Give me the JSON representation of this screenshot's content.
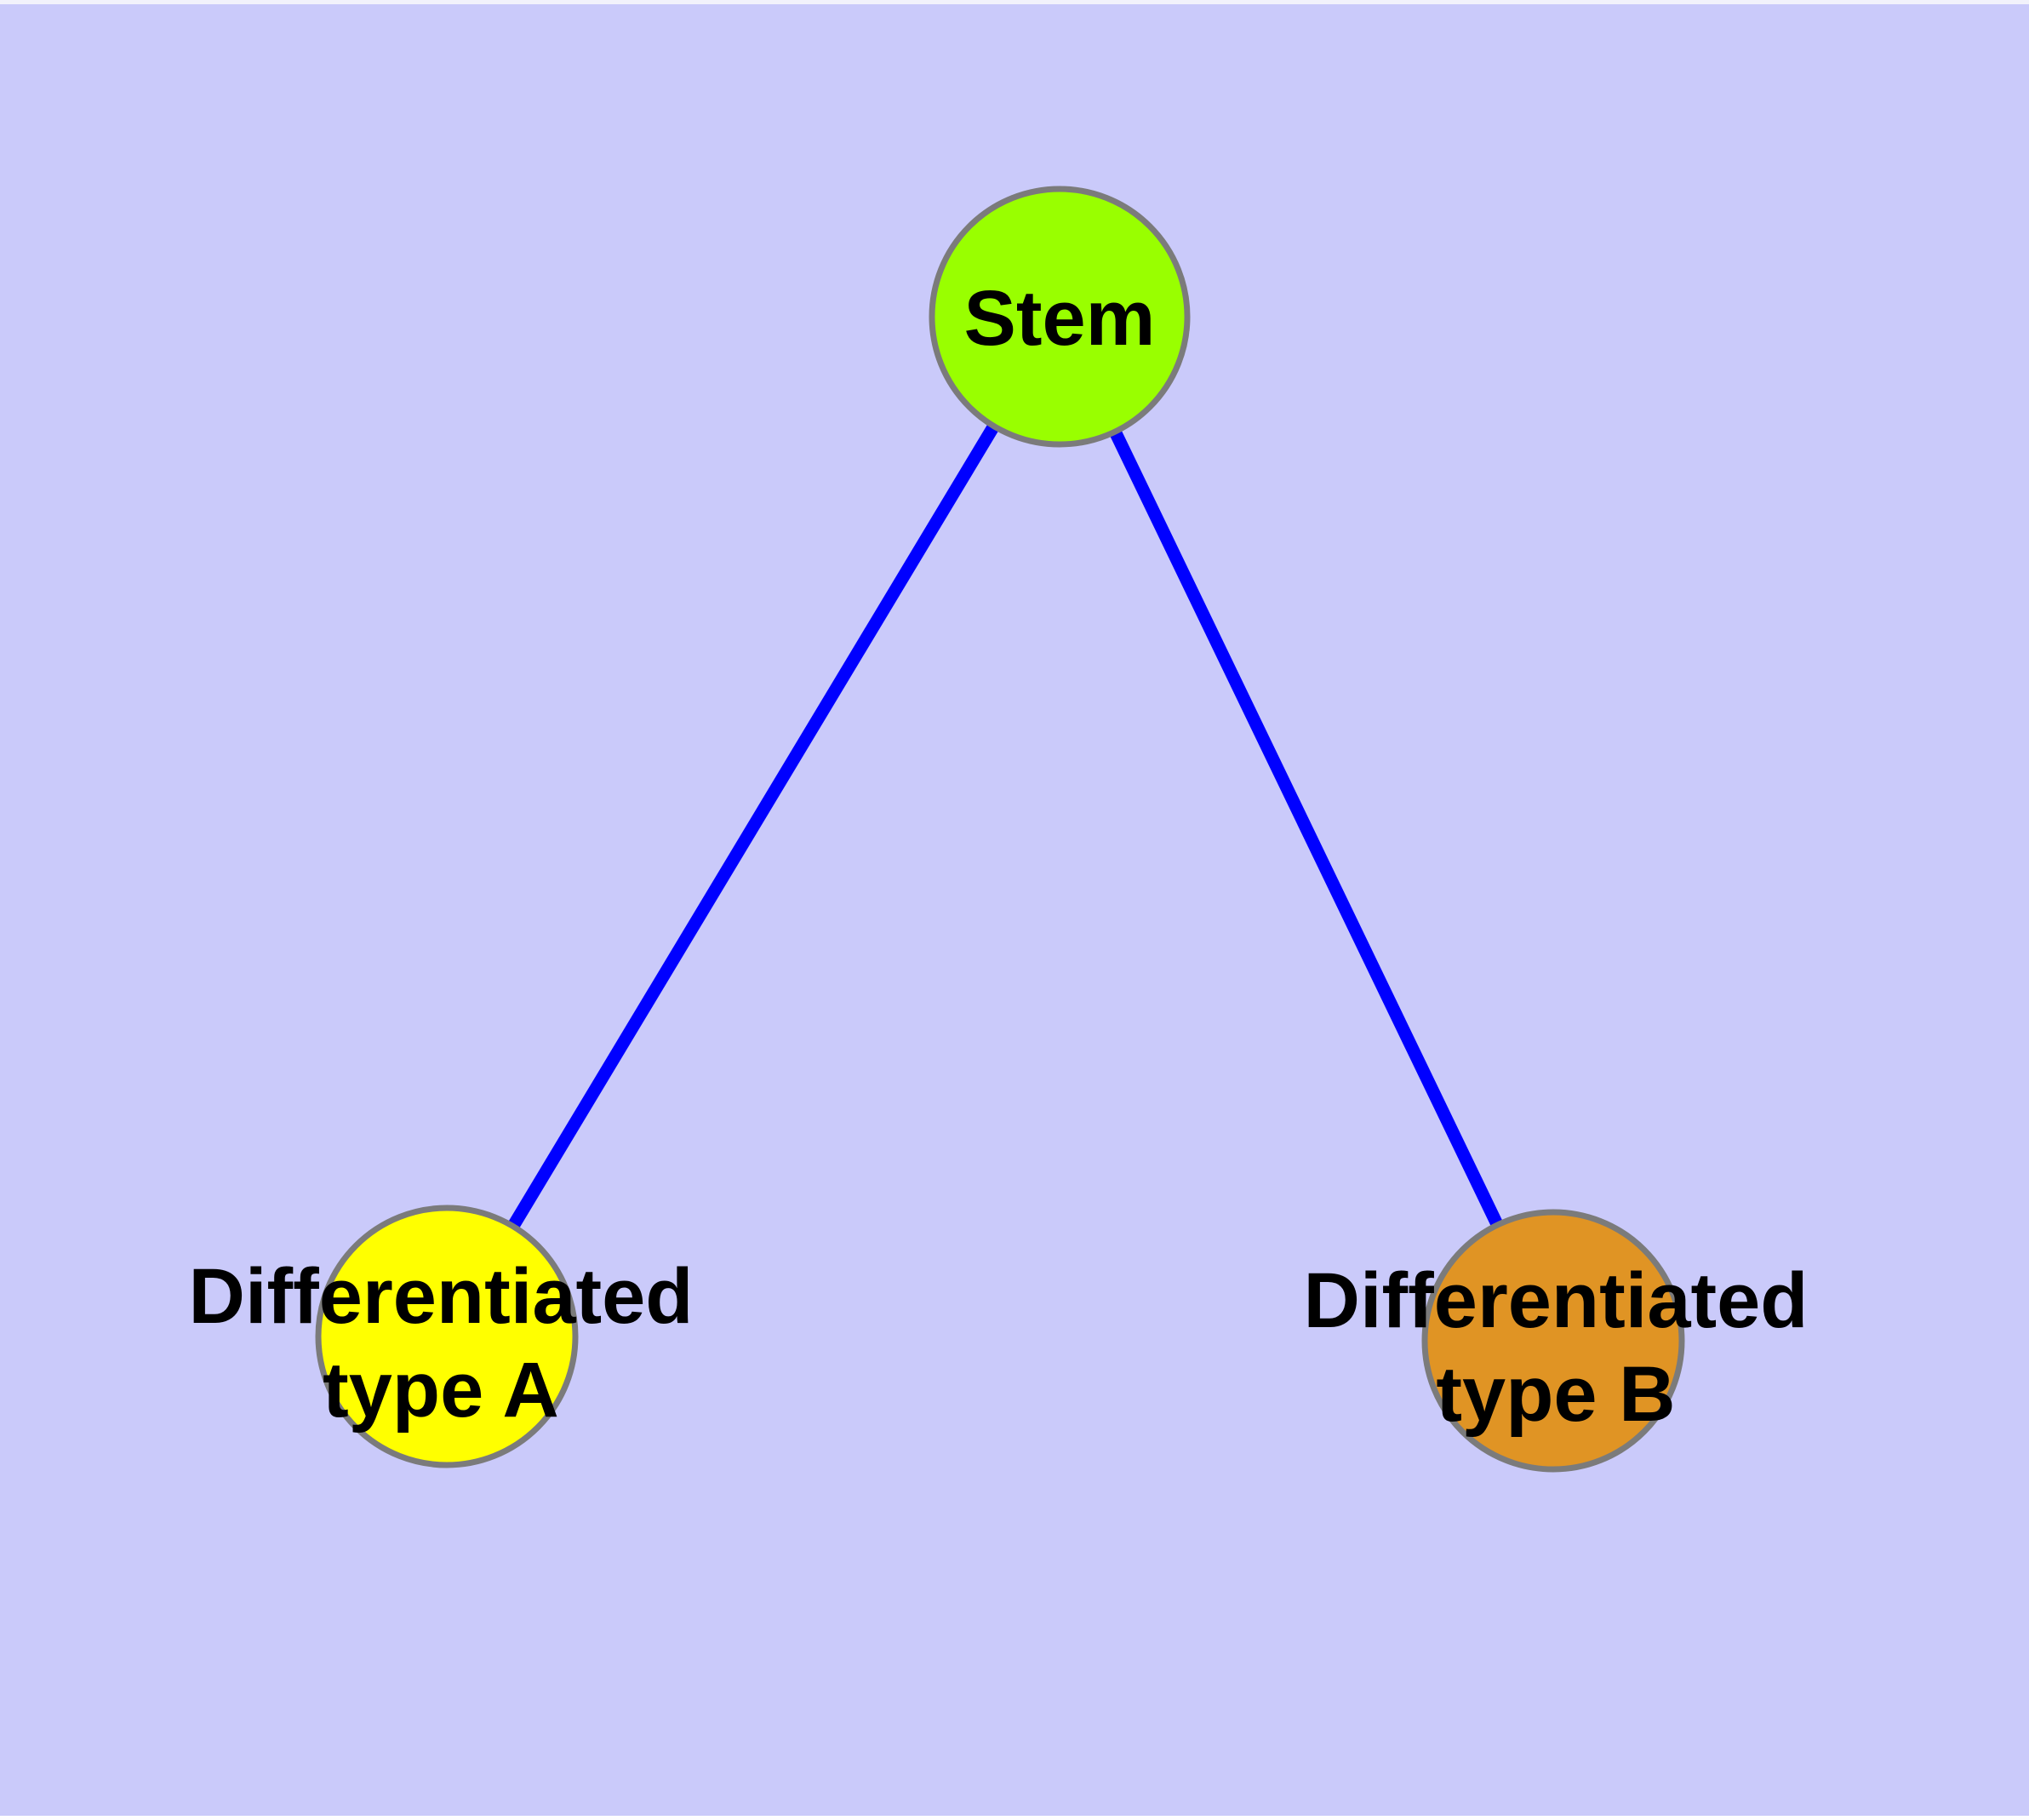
{
  "diagram": {
    "background_color": "#CACAFA",
    "top_edge_line_color": "#F2F2FB",
    "bottom_edge_line_color": "#FDFDFF",
    "edge_color": "#0000FF",
    "node_border_color": "#7B7B7B",
    "label_color": "#000000",
    "nodes": [
      {
        "id": "stem",
        "label": "Stem",
        "fill_color": "#99FF00"
      },
      {
        "id": "type-a",
        "label_line1": "Differentiated",
        "label_line2": "type A",
        "fill_color": "#FFFF00"
      },
      {
        "id": "type-b",
        "label_line1": "Differentiated",
        "label_line2": "type B",
        "fill_color": "#E09424"
      }
    ],
    "edges": [
      {
        "from": "Stem",
        "to": "Differentiated type A"
      },
      {
        "from": "Stem",
        "to": "Differentiated type B"
      }
    ]
  }
}
